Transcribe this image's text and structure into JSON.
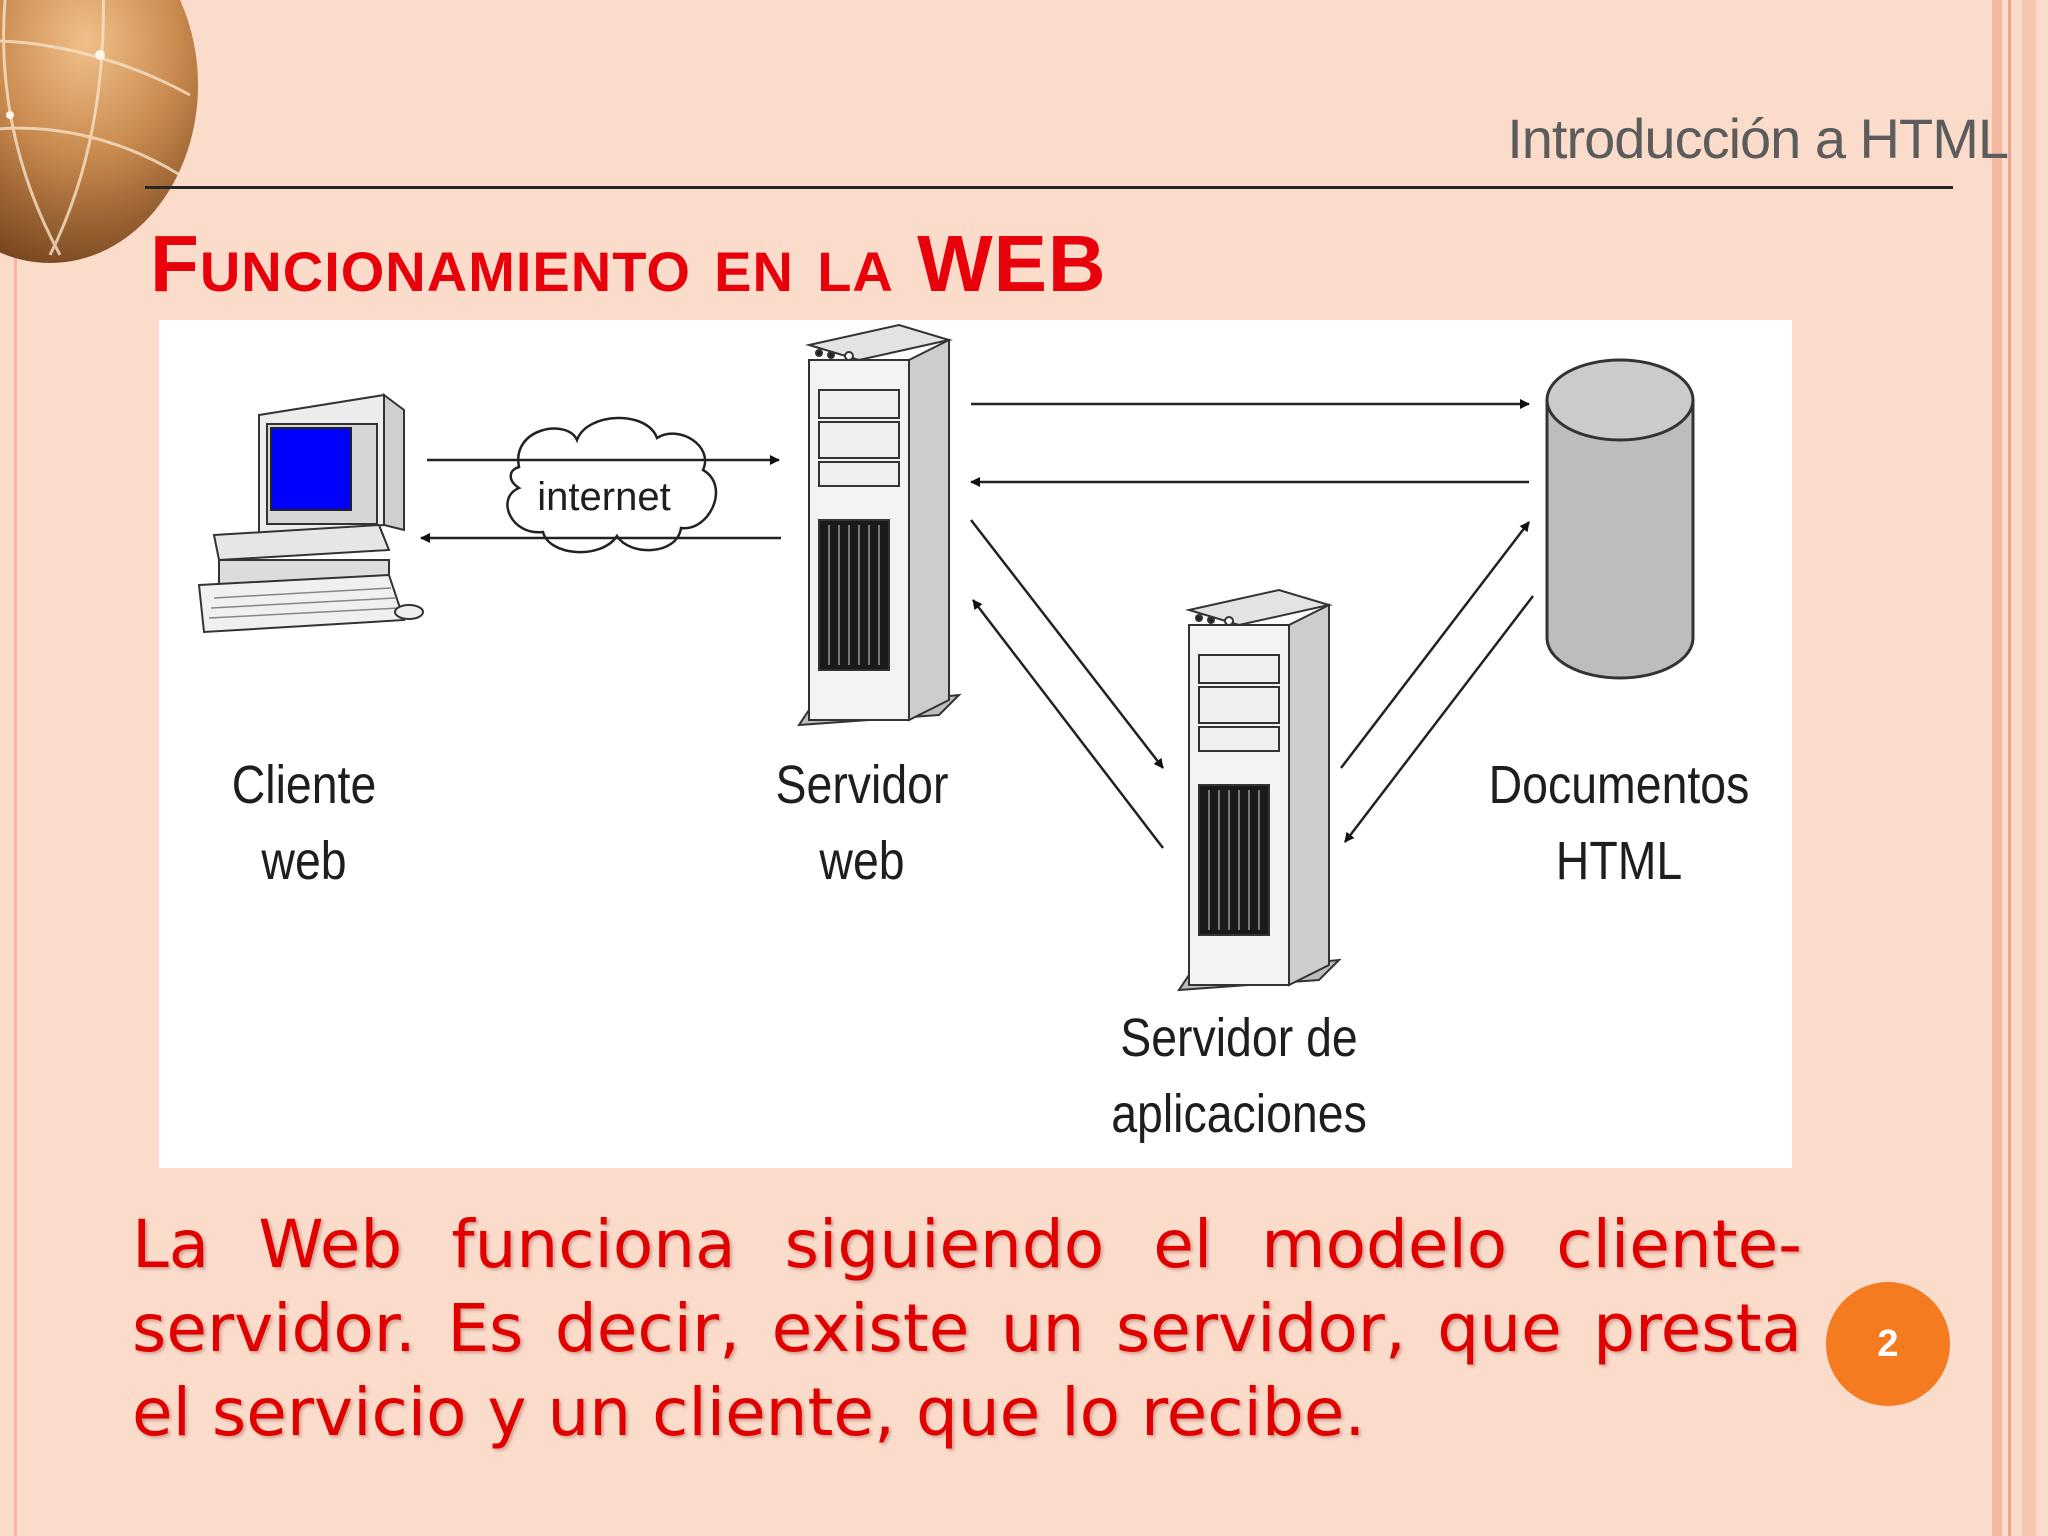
{
  "slide": {
    "header": "Introducción a HTML",
    "title": "Funcionamiento en la WEB",
    "body": "La Web funciona siguiendo el modelo cliente-servidor. Es decir, existe un servidor, que presta el servicio y un cliente, que lo recibe.",
    "page_number": "2"
  },
  "diagram": {
    "cloud_label": "internet",
    "nodes": {
      "client": "Cliente\nweb",
      "web_server": "Servidor\nweb",
      "app_server": "Servidor de\naplicaciones",
      "documents": "Documentos\nHTML"
    }
  },
  "colors": {
    "background": "#fbdccb",
    "title": "#e8000a",
    "body_text": "#e00000",
    "page_badge": "#f47b20",
    "monitor_screen": "#0000ff"
  }
}
